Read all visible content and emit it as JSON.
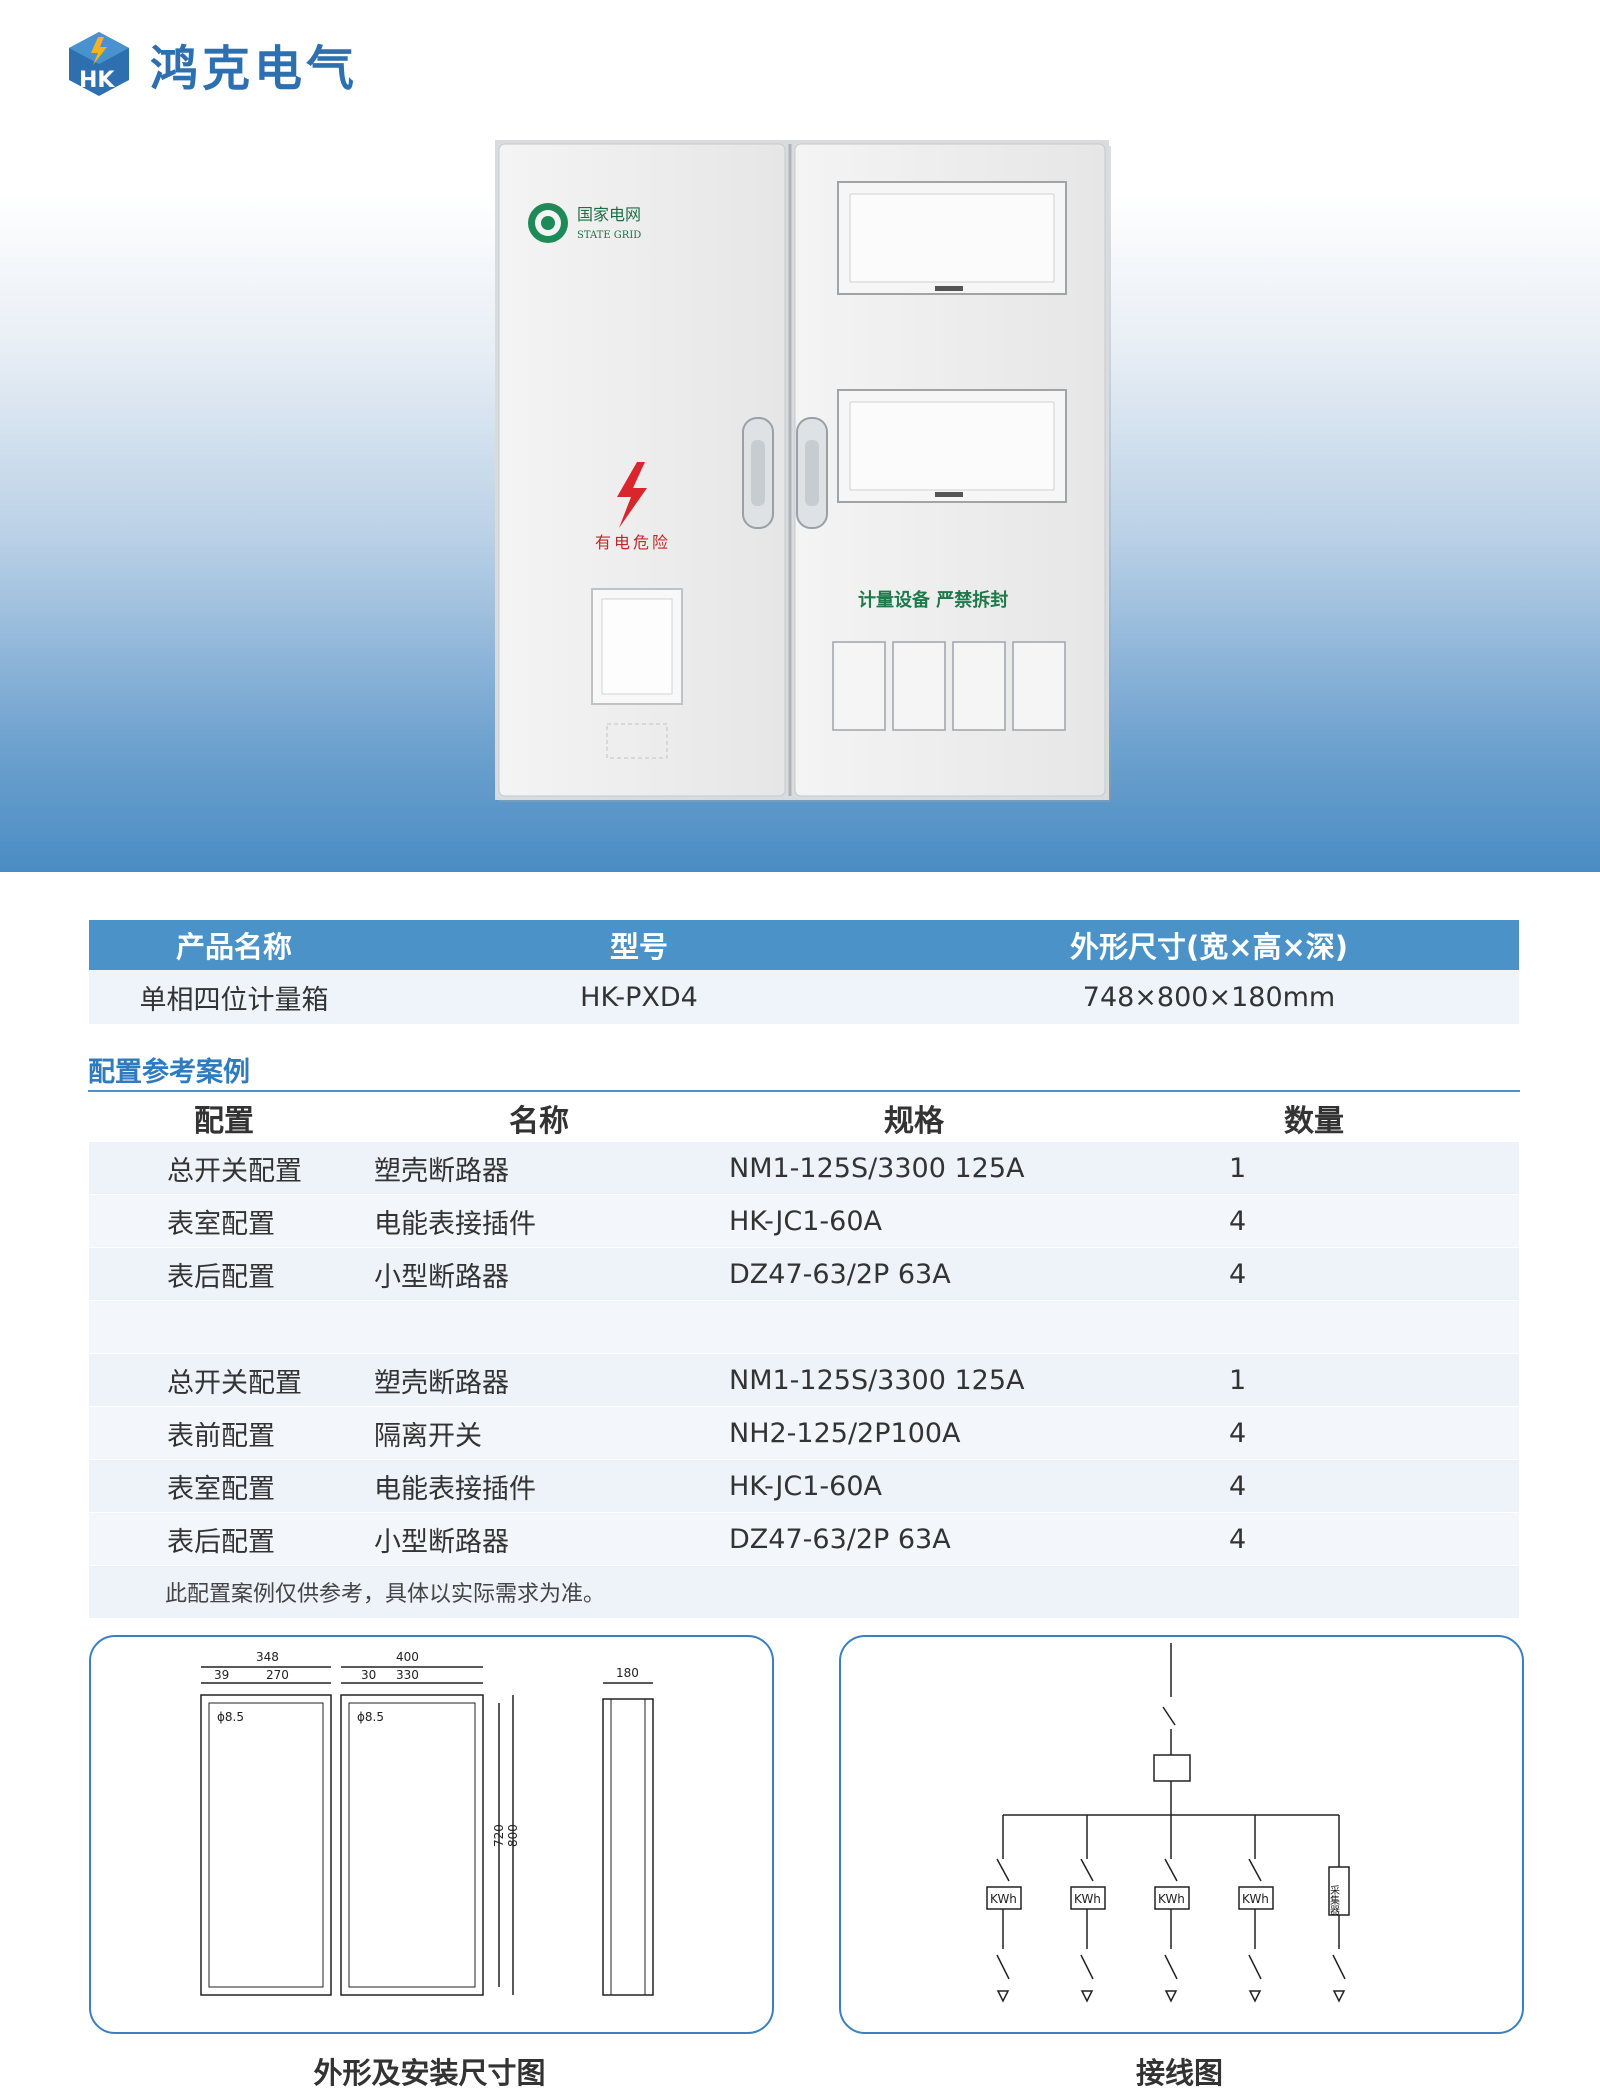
{
  "brand": {
    "name": "鸿克电气",
    "mark": "HK"
  },
  "product_photo": {
    "left_door": {
      "grid_logo_cn": "国家电网",
      "grid_logo_en": "STATE GRID",
      "warning_text": "有电危险"
    },
    "right_door": {
      "notice_text": "计量设备 严禁拆封"
    }
  },
  "spec_table": {
    "headers": [
      "产品名称",
      "型号",
      "外形尺寸(宽×高×深)"
    ],
    "row": [
      "单相四位计量箱",
      "HK-PXD4",
      "748×800×180mm"
    ]
  },
  "config_section": {
    "title": "配置参考案例",
    "headers": [
      "配置",
      "名称",
      "规格",
      "数量"
    ],
    "rows": [
      [
        "总开关配置",
        "塑壳断路器",
        "NM1-125S/3300 125A",
        "1"
      ],
      [
        "表室配置",
        "电能表接插件",
        "HK-JC1-60A",
        "4"
      ],
      [
        "表后配置",
        "小型断路器",
        "DZ47-63/2P 63A",
        "4"
      ],
      [
        "",
        "",
        "",
        ""
      ],
      [
        "总开关配置",
        "塑壳断路器",
        "NM1-125S/3300 125A",
        "1"
      ],
      [
        "表前配置",
        "隔离开关",
        "NH2-125/2P100A",
        "4"
      ],
      [
        "表室配置",
        "电能表接插件",
        "HK-JC1-60A",
        "4"
      ],
      [
        "表后配置",
        "小型断路器",
        "DZ47-63/2P 63A",
        "4"
      ]
    ],
    "note": "此配置案例仅供参考，具体以实际需求为准。"
  },
  "dimension_drawing": {
    "caption": "外形及安装尺寸图",
    "labels": {
      "width_left": "348",
      "inner_left": "270",
      "offset_left": "39",
      "width_right": "400",
      "inner_right": "330",
      "offset_right": "30",
      "depth": "180",
      "height_inner": "720",
      "height_outer": "800",
      "hole_left": "ϕ8.5",
      "hole_right": "ϕ8.5"
    }
  },
  "wiring_diagram": {
    "caption": "接线图",
    "meter_label": "KWh",
    "collector_label": "采集器"
  }
}
